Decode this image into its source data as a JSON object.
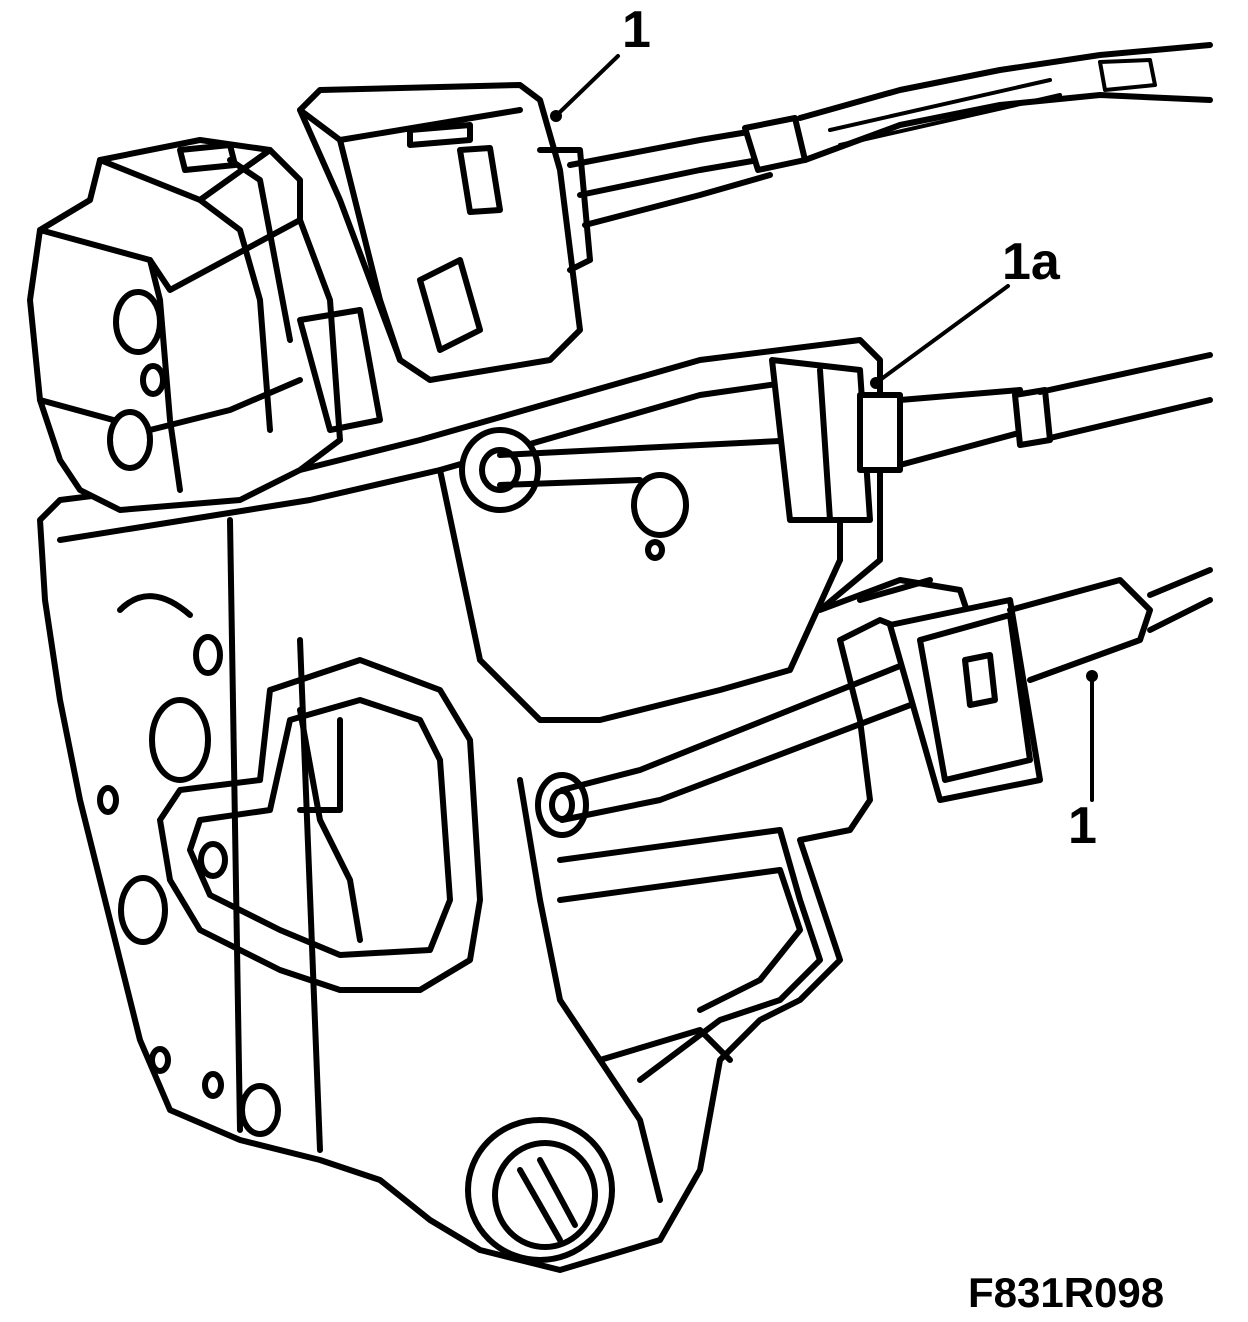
{
  "callouts": {
    "top": "1",
    "middle": "1a",
    "right": "1"
  },
  "figure_code": "F831R098",
  "colors": {
    "ink": "#000000",
    "paper": "#ffffff"
  }
}
